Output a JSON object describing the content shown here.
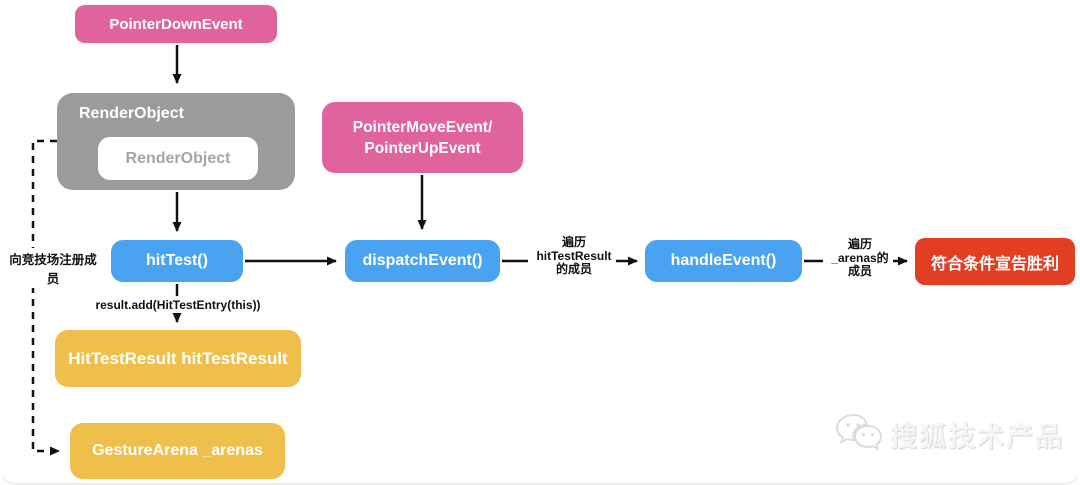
{
  "diagram": {
    "nodes": {
      "pointer_down_event": {
        "label": "PointerDownEvent",
        "color": "#e0639e"
      },
      "render_object": {
        "label": "RenderObject",
        "inner_label": "RenderObject",
        "color": "#9b9b9b"
      },
      "pointer_move_up_event": {
        "lines": [
          "PointerMoveEvent/",
          "PointerUpEvent"
        ],
        "color": "#e0639e"
      },
      "hit_test": {
        "label": "hitTest()",
        "color": "#4aa3f0"
      },
      "dispatch_event": {
        "label": "dispatchEvent()",
        "color": "#4aa3f0"
      },
      "handle_event": {
        "label": "handleEvent()",
        "color": "#4aa3f0"
      },
      "hit_test_result": {
        "label": "HitTestResult hitTestResult",
        "color": "#eebf4b"
      },
      "gesture_arena": {
        "label": "GestureArena _arenas",
        "color": "#eebf4b"
      },
      "declare_victory": {
        "label": "符合条件宣告胜利",
        "color": "#e23e24"
      }
    },
    "edge_labels": {
      "register_to_arena": "向竞技场注册成员",
      "result_add": "result.add(HitTestEntry(this))",
      "traverse_hit_test_result": [
        "遍历",
        "hitTestResult",
        "的成员"
      ],
      "traverse_arenas": [
        "遍历",
        "_arenas的",
        "成员"
      ]
    },
    "arrow_color": "#111111",
    "watermark": {
      "text": "搜狐技术产品",
      "icon": "wechat-chat-bubbles-icon"
    }
  }
}
